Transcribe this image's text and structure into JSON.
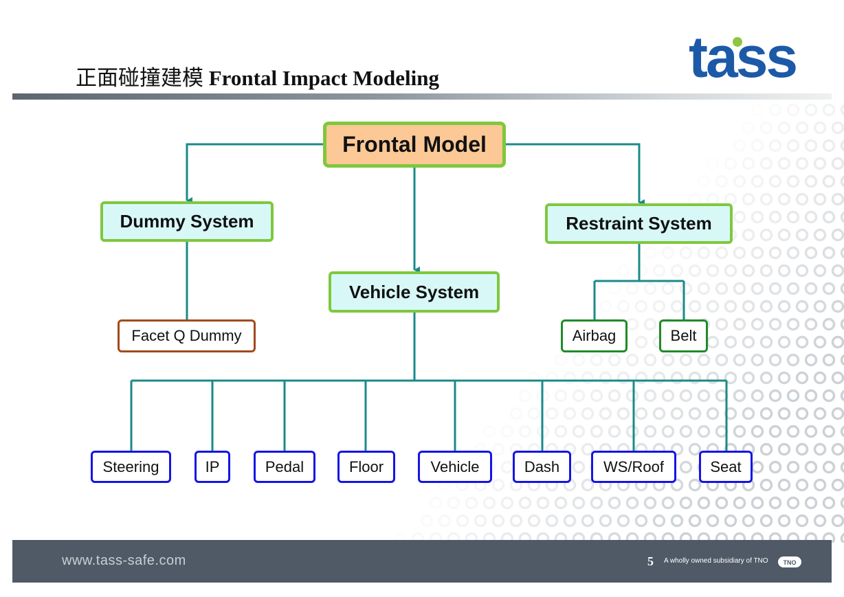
{
  "header": {
    "title_cn": "正面碰撞建模",
    "title_en": "Frontal Impact Modeling",
    "logo_text": "tass"
  },
  "diagram": {
    "root": "Frontal Model",
    "dummy_system": "Dummy System",
    "vehicle_system": "Vehicle System",
    "restraint_system": "Restraint System",
    "dummy_children": [
      "Facet Q Dummy"
    ],
    "restraint_children": [
      "Airbag",
      "Belt"
    ],
    "vehicle_children": [
      "Steering",
      "IP",
      "Pedal",
      "Floor",
      "Vehicle",
      "Dash",
      "WS/Roof",
      "Seat"
    ],
    "colors": {
      "connector": "#1a8a8a",
      "root_fill": "#fbc896",
      "system_fill": "#d8f8f8",
      "green_border": "#7ec83c",
      "brown_border": "#a04a1c",
      "dark_green_border": "#1f8a2a",
      "blue_border": "#1414e6"
    }
  },
  "footer": {
    "url": "www.tass-safe.com",
    "page_number": "5",
    "subsidiary": "A wholly owned subsidiary of TNO",
    "tno_logo": "TNO"
  }
}
